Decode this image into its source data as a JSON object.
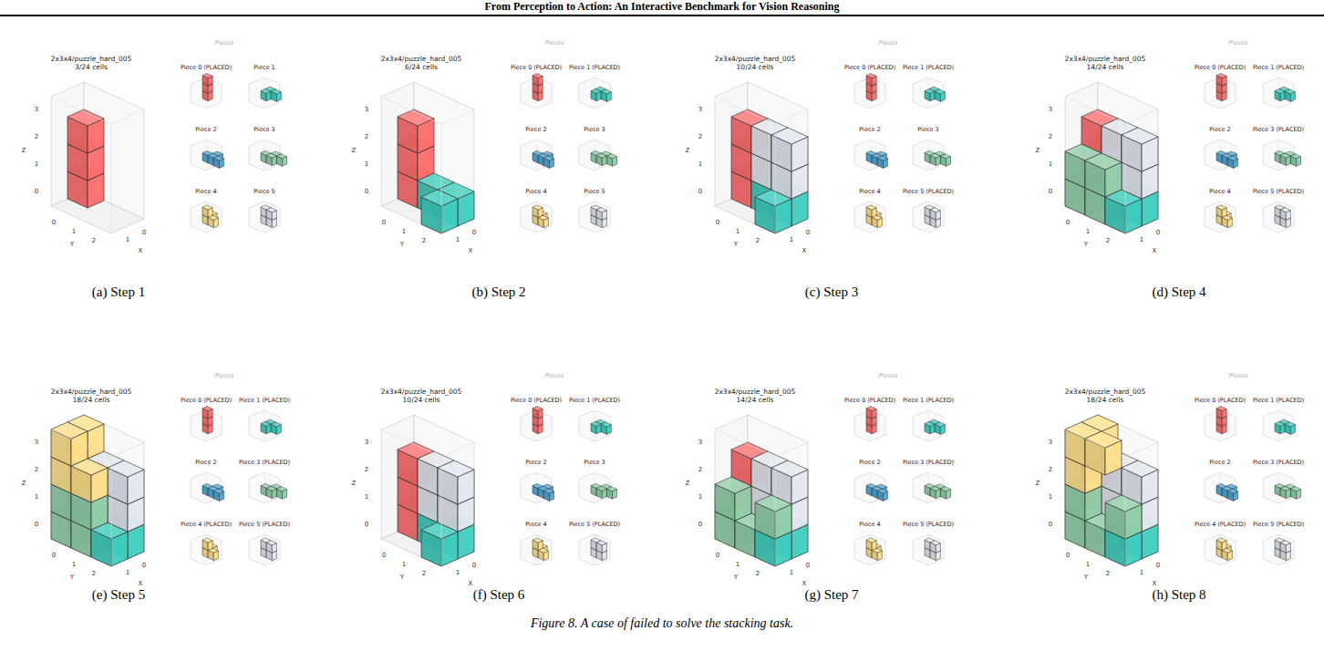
{
  "diagram": {
    "caption": "Figure 8. A case of failed to solve the stacking task.",
    "labels": [
      "From Perception to Action: An Interactive Benchmark for Vision Reasoning",
      "Pieces",
      "2x3x4/puzzle_hard_005",
      "3/24 cells",
      "Piece 0 (PLACED)",
      "Piece 1",
      "Piece 2",
      "Piece 3",
      "Piece 4",
      "Piece 5",
      "3",
      "2",
      "1",
      "0",
      "Z",
      "0",
      "1",
      "2",
      "Y",
      "1",
      "0",
      "X",
      "Pieces",
      "2x3x4/puzzle_hard_005",
      "6/24 cells",
      "Piece 0 (PLACED)",
      "Piece 1 (PLACED)",
      "Piece 2",
      "Piece 3",
      "Piece 4",
      "Piece 5",
      "3",
      "2",
      "1",
      "0",
      "Z",
      "0",
      "1",
      "2",
      "Y",
      "1",
      "0",
      "X",
      "Pieces",
      "2x3x4/puzzle_hard_005",
      "10/24 cells",
      "Piece 0 (PLACED)",
      "Piece 1 (PLACED)",
      "Piece 2",
      "Piece 3",
      "Piece 4",
      "Piece 5 (PLACED)",
      "3",
      "2",
      "1",
      "0",
      "Z",
      "0",
      "1",
      "2",
      "Y",
      "1",
      "0",
      "X",
      "Pieces",
      "2x3x4/puzzle_hard_005",
      "14/24 cells",
      "Piece 0 (PLACED)",
      "Piece 1 (PLACED)",
      "Piece 2",
      "Piece 3 (PLACED)",
      "Piece 4",
      "Piece 5 (PLACED)",
      "3",
      "2",
      "1",
      "0",
      "Z",
      "0",
      "1",
      "2",
      "Y",
      "1",
      "0",
      "X",
      "Pieces",
      "2x3x4/puzzle_hard_005",
      "18/24 cells",
      "Piece 0 (PLACED)",
      "Piece 1 (PLACED)",
      "Piece 2",
      "Piece 3 (PLACED)",
      "Piece 4 (PLACED)",
      "Piece 5 (PLACED)",
      "3",
      "2",
      "1",
      "0",
      "Z",
      "0",
      "1",
      "2",
      "Y",
      "1",
      "0",
      "X",
      "Pieces",
      "2x3x4/puzzle_hard_005",
      "10/24 cells",
      "Piece 0 (PLACED)",
      "Piece 1 (PLACED)",
      "Piece 2",
      "Piece 3",
      "Piece 4",
      "Piece 5 (PLACED)",
      "3",
      "2",
      "1",
      "0",
      "Z",
      "0",
      "1",
      "2",
      "Y",
      "1",
      "0",
      "X",
      "Pieces",
      "2x3x4/puzzle_hard_005",
      "14/24 cells",
      "Piece 0 (PLACED)",
      "Piece 1 (PLACED)",
      "Piece 2",
      "Piece 3 (PLACED)",
      "Piece 4",
      "Piece 5 (PLACED)",
      "3",
      "2",
      "1",
      "0",
      "Z",
      "0",
      "1",
      "2",
      "Y",
      "1",
      "0",
      "X",
      "Pieces",
      "2x3x4/puzzle_hard_005",
      "18/24 cells",
      "Piece 0 (PLACED)",
      "Piece 1 (PLACED)",
      "Piece 2",
      "Piece 3 (PLACED)",
      "Piece 4 (PLACED)",
      "Piece 5 (PLACED)",
      "3",
      "2",
      "1",
      "0",
      "Z",
      "0",
      "1",
      "2",
      "Y",
      "1",
      "0",
      "X",
      "(a) Step 1",
      "(b) Step 2",
      "(c) Step 3",
      "(d) Step 4",
      "(e) Step 5",
      "(f) Step 6",
      "(g) Step 7",
      "(h) Step 8"
    ]
  }
}
